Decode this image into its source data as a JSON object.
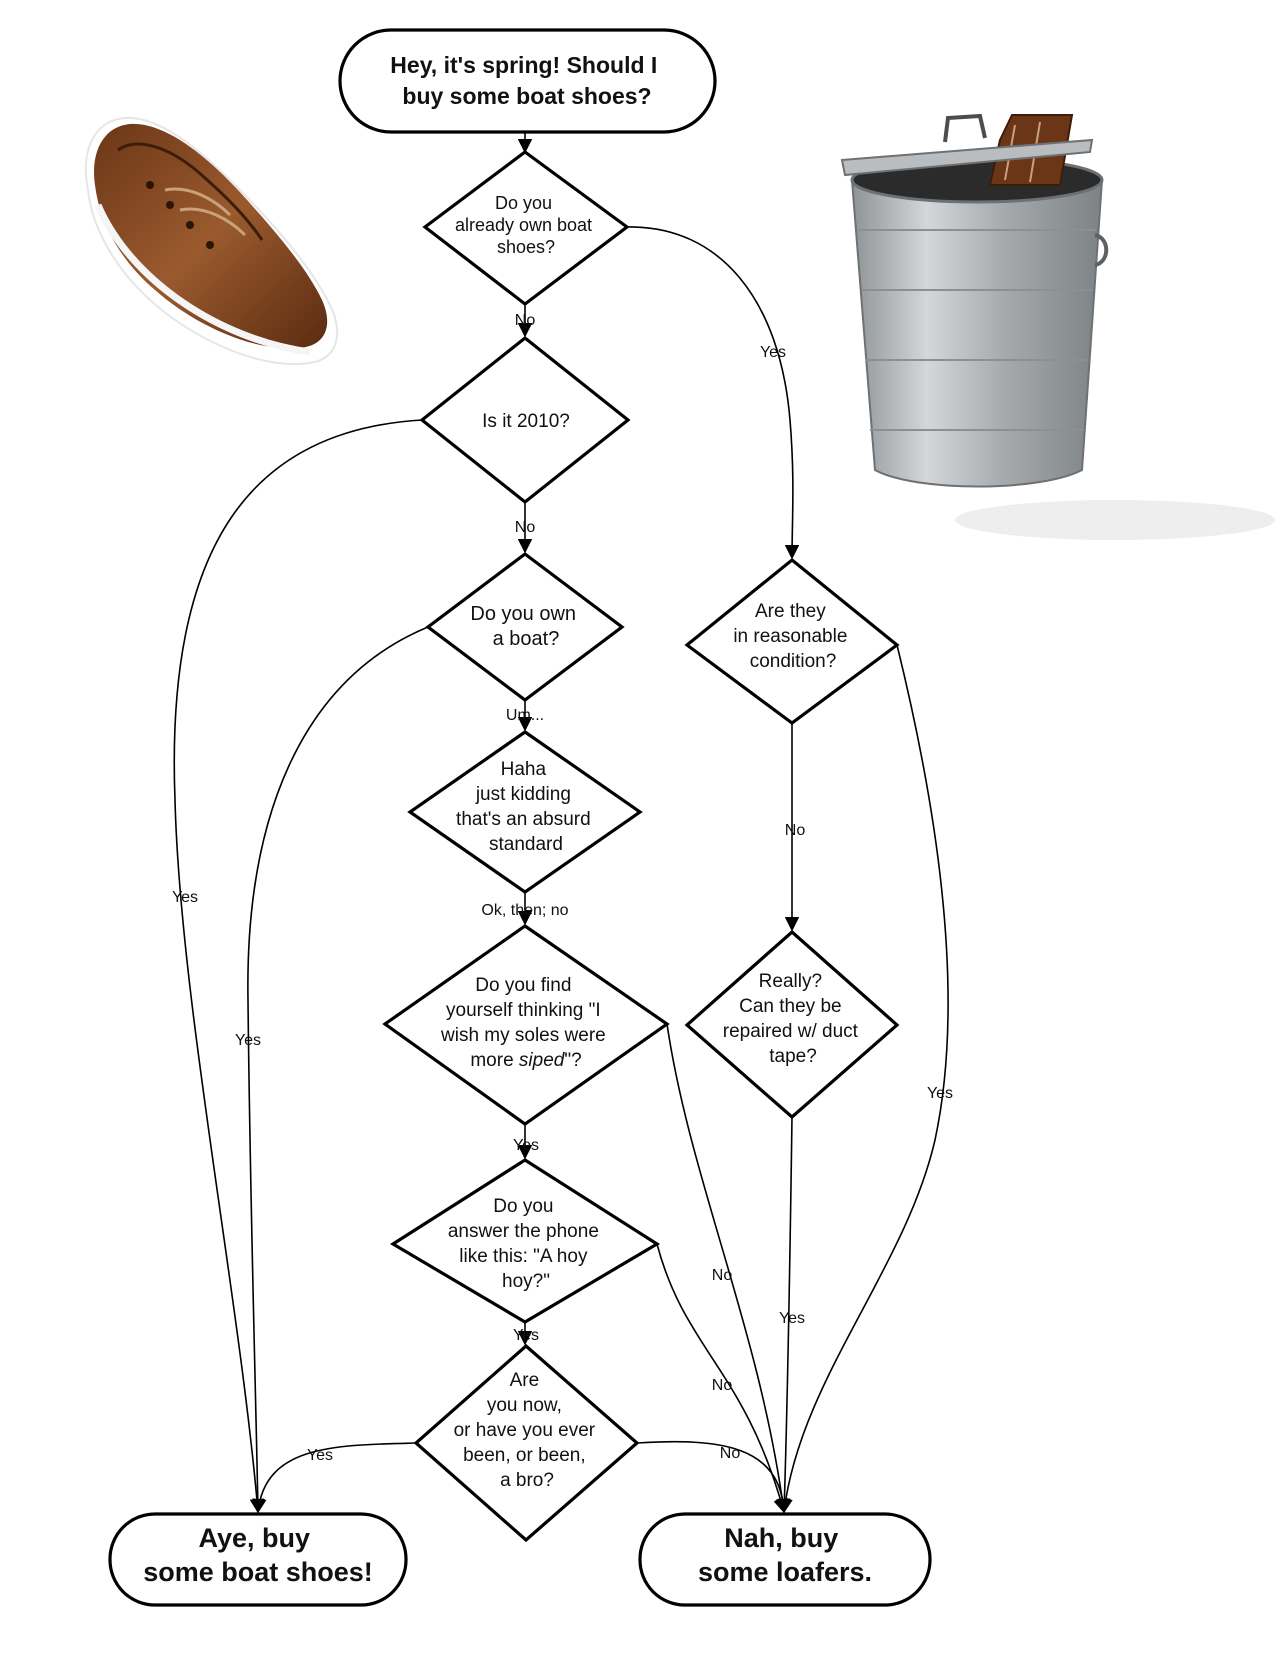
{
  "colors": {
    "stroke": "#000000",
    "background": "#ffffff",
    "shoe": "#8a4a24",
    "can": "#a9adb0"
  },
  "illustrations": [
    {
      "id": "shoe",
      "icon": "boat-shoe-icon"
    },
    {
      "id": "trash",
      "icon": "trash-can-icon"
    }
  ],
  "nodes": [
    {
      "id": "start",
      "shape": "terminal",
      "lines": [
        "Hey, it's spring! Should I",
        "buy some boat shoes?"
      ]
    },
    {
      "id": "q_own_shoes",
      "shape": "decision",
      "lines": [
        "Do you",
        "already own boat",
        "shoes?"
      ]
    },
    {
      "id": "q_2010",
      "shape": "decision",
      "lines": [
        "Is it 2010?"
      ]
    },
    {
      "id": "q_own_boat",
      "shape": "decision",
      "lines": [
        "Do you own",
        "a boat?"
      ]
    },
    {
      "id": "q_kidding",
      "shape": "decision",
      "lines": [
        "Haha",
        "just kidding",
        "that's an absurd",
        "standard"
      ]
    },
    {
      "id": "q_siped",
      "shape": "decision",
      "lines": [
        "Do you find",
        "yourself thinking \"I",
        "wish my soles were",
        "more siped\"?"
      ]
    },
    {
      "id": "q_phone",
      "shape": "decision",
      "lines": [
        "Do you",
        "answer the phone",
        "like this: \"A hoy",
        "hoy?\""
      ]
    },
    {
      "id": "q_bro",
      "shape": "decision",
      "lines": [
        "Are",
        "you now,",
        "or have you ever",
        "been, or been,",
        "a bro?"
      ]
    },
    {
      "id": "q_condition",
      "shape": "decision",
      "lines": [
        "Are they",
        "in reasonable",
        "condition?"
      ]
    },
    {
      "id": "q_duct",
      "shape": "decision",
      "lines": [
        "Really?",
        "Can they be",
        "repaired w/ duct",
        "tape?"
      ]
    },
    {
      "id": "end_buy",
      "shape": "terminal",
      "lines": [
        "Aye, buy",
        "some boat shoes!"
      ]
    },
    {
      "id": "end_loafers",
      "shape": "terminal",
      "lines": [
        "Nah, buy",
        "some loafers."
      ]
    }
  ],
  "edges": [
    {
      "from": "start",
      "to": "q_own_shoes",
      "label": ""
    },
    {
      "from": "q_own_shoes",
      "to": "q_2010",
      "label": "No"
    },
    {
      "from": "q_own_shoes",
      "to": "q_condition",
      "label": "Yes"
    },
    {
      "from": "q_2010",
      "to": "q_own_boat",
      "label": "No"
    },
    {
      "from": "q_2010",
      "to": "end_buy",
      "label": "Yes"
    },
    {
      "from": "q_own_boat",
      "to": "q_kidding",
      "label": "Um..."
    },
    {
      "from": "q_own_boat",
      "to": "end_buy",
      "label": "Yes"
    },
    {
      "from": "q_kidding",
      "to": "q_siped",
      "label": "Ok, then; no"
    },
    {
      "from": "q_siped",
      "to": "q_phone",
      "label": "Yes"
    },
    {
      "from": "q_siped",
      "to": "end_loafers",
      "label": "No"
    },
    {
      "from": "q_phone",
      "to": "q_bro",
      "label": "Yes"
    },
    {
      "from": "q_phone",
      "to": "end_loafers",
      "label": "No"
    },
    {
      "from": "q_bro",
      "to": "end_buy",
      "label": "Yes"
    },
    {
      "from": "q_bro",
      "to": "end_loafers",
      "label": "No"
    },
    {
      "from": "q_condition",
      "to": "q_duct",
      "label": "No"
    },
    {
      "from": "q_condition",
      "to": "end_loafers",
      "label": "Yes"
    },
    {
      "from": "q_duct",
      "to": "end_loafers",
      "label": "Yes"
    }
  ]
}
